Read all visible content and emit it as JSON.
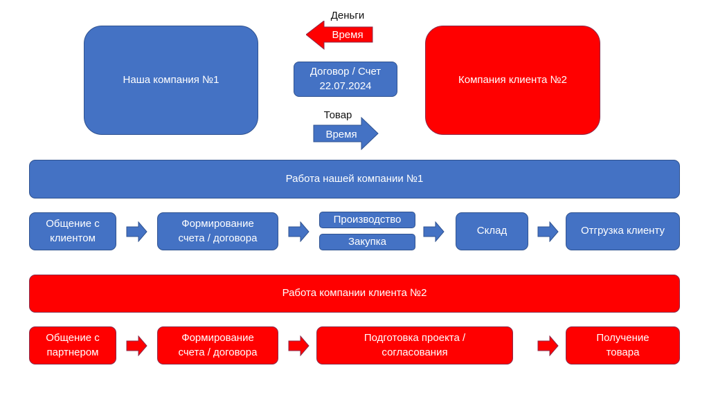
{
  "top": {
    "left_company": "Наша компания №1",
    "right_company": "Компания клиента №2",
    "money_label": "Деньги",
    "money_arrow_text": "Время",
    "contract_line1": "Договор / Счет",
    "contract_line2": "22.07.2024",
    "goods_label": "Товар",
    "goods_arrow_text": "Время"
  },
  "our_process": {
    "title": "Работа нашей компании №1",
    "steps": [
      {
        "line1": "Общение с",
        "line2": "клиентом"
      },
      {
        "line1": "Формирование",
        "line2": "счета / договора"
      },
      {
        "line1": "Производство",
        "line2": "Закупка"
      },
      {
        "line1": "Склад"
      },
      {
        "line1": "Отгрузка клиенту"
      }
    ]
  },
  "client_process": {
    "title": "Работа компании клиента №2",
    "steps": [
      {
        "line1": "Общение с",
        "line2": "партнером"
      },
      {
        "line1": "Формирование",
        "line2": "счета / договора"
      },
      {
        "line1": "Подготовка проекта /",
        "line2": "согласования"
      },
      {
        "line1": "Получение",
        "line2": "товара"
      }
    ]
  },
  "colors": {
    "blue": "#4472c4",
    "red": "#ff0000"
  }
}
